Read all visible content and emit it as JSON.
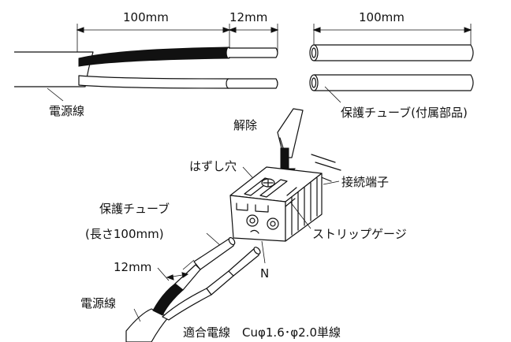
{
  "labels": {
    "dim_left_100": "100mm",
    "dim_left_12": "12mm",
    "dim_right_100": "100mm",
    "power_wire_top": "電源線",
    "protective_tube_accessory": "保護チューブ(付属部品)",
    "release": "解除",
    "release_hole": "はずし穴",
    "terminal": "接続端子",
    "protective_tube": "保護チューブ",
    "tube_length": "(長さ100mm)",
    "strip_gauge": "ストリップゲージ",
    "dim_bottom_12": "12mm",
    "neutral": "N",
    "power_wire_bottom": "電源線",
    "compatible_wire": "適合電線　Cuφ1.6･φ2.0単線"
  }
}
